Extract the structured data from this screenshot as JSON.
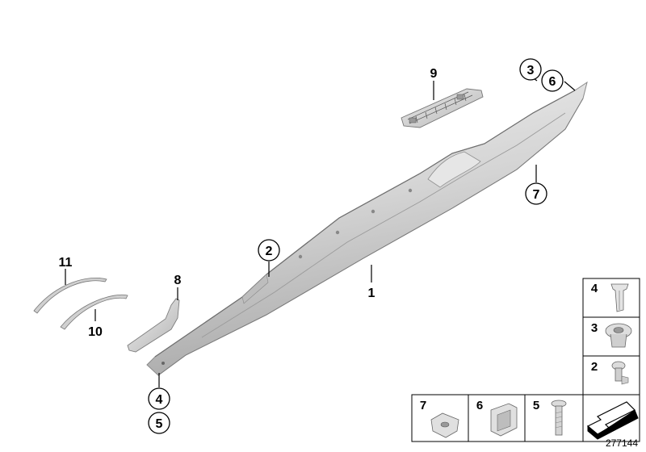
{
  "callouts": {
    "c1": "1",
    "c2": "2",
    "c3": "3",
    "c4": "4",
    "c5": "5",
    "c6": "6",
    "c7": "7",
    "c8": "8",
    "c9": "9",
    "c10": "10",
    "c11": "11"
  },
  "legend": {
    "right": [
      "4",
      "3",
      "2"
    ],
    "bottom": [
      "7",
      "6",
      "5"
    ]
  },
  "reference_number": "277144"
}
